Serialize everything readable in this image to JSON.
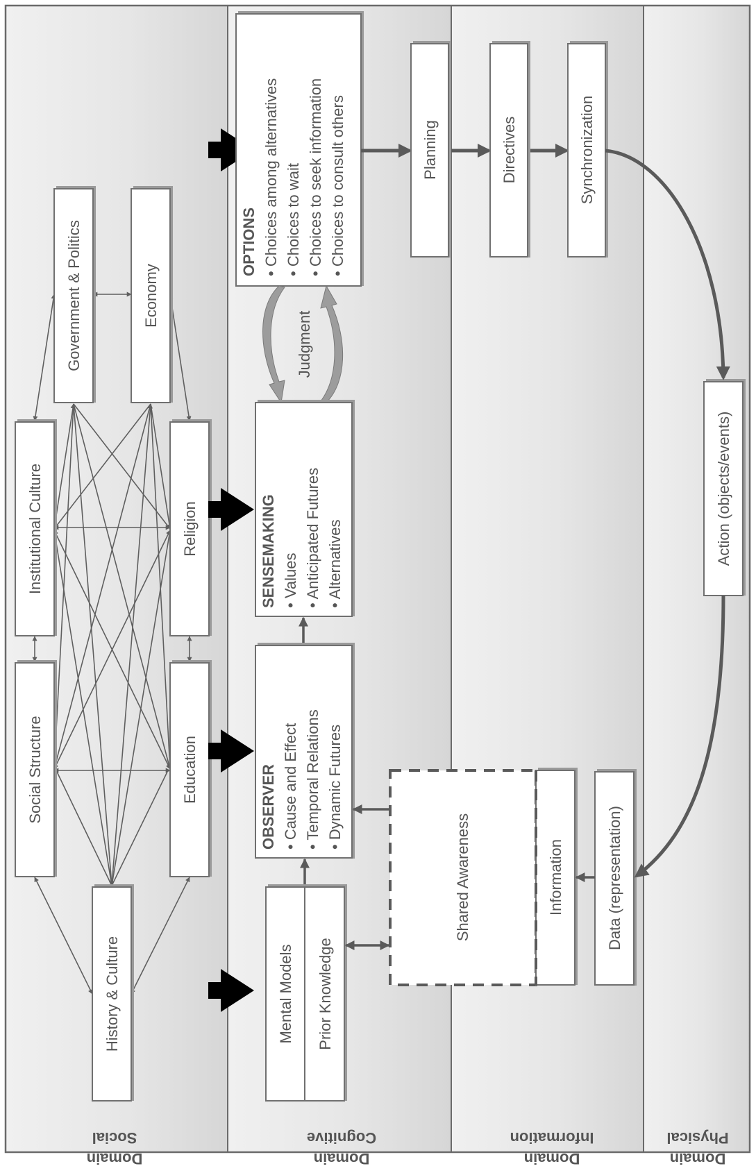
{
  "domains": {
    "social": [
      "Social",
      "Domain"
    ],
    "cognitive": [
      "Cognitive",
      "Domain"
    ],
    "information": [
      "Information",
      "Domain"
    ],
    "physical": [
      "Physical",
      "Domain"
    ]
  },
  "social": {
    "government": "Government & Politics",
    "economy": "Economy",
    "institutional_culture": "Institutional Culture",
    "religion": "Religion",
    "social_structure": "Social Structure",
    "education": "Education",
    "history_culture": "History & Culture"
  },
  "cognitive": {
    "options": {
      "title": "OPTIONS",
      "items": [
        "• Choices among alternatives",
        "• Choices to wait",
        "• Choices to seek information",
        "• Choices to consult others"
      ]
    },
    "judgment": "Judgment",
    "sensemaking": {
      "title": "SENSEMAKING",
      "items": [
        "• Values",
        "• Anticipated Futures",
        "• Alternatives"
      ]
    },
    "observer": {
      "title": "OBSERVER",
      "items": [
        "• Cause and Effect",
        "• Temporal Relations",
        "• Dynamic Futures"
      ]
    },
    "mental_models": "Mental Models",
    "prior_knowledge": "Prior Knowledge"
  },
  "information": {
    "planning": "Planning",
    "directives": "Directives",
    "synchronization": "Synchronization",
    "shared_awareness": "Shared Awareness",
    "information": "Information",
    "data": "Data (representation)"
  },
  "physical": {
    "action": "Action (objects/events)"
  },
  "colors": {
    "box_fill": "#ffffff",
    "box_stroke": "#707070",
    "connector": "#5a5a5a",
    "emphasis_arrow": "#000000",
    "text": "#555555"
  }
}
